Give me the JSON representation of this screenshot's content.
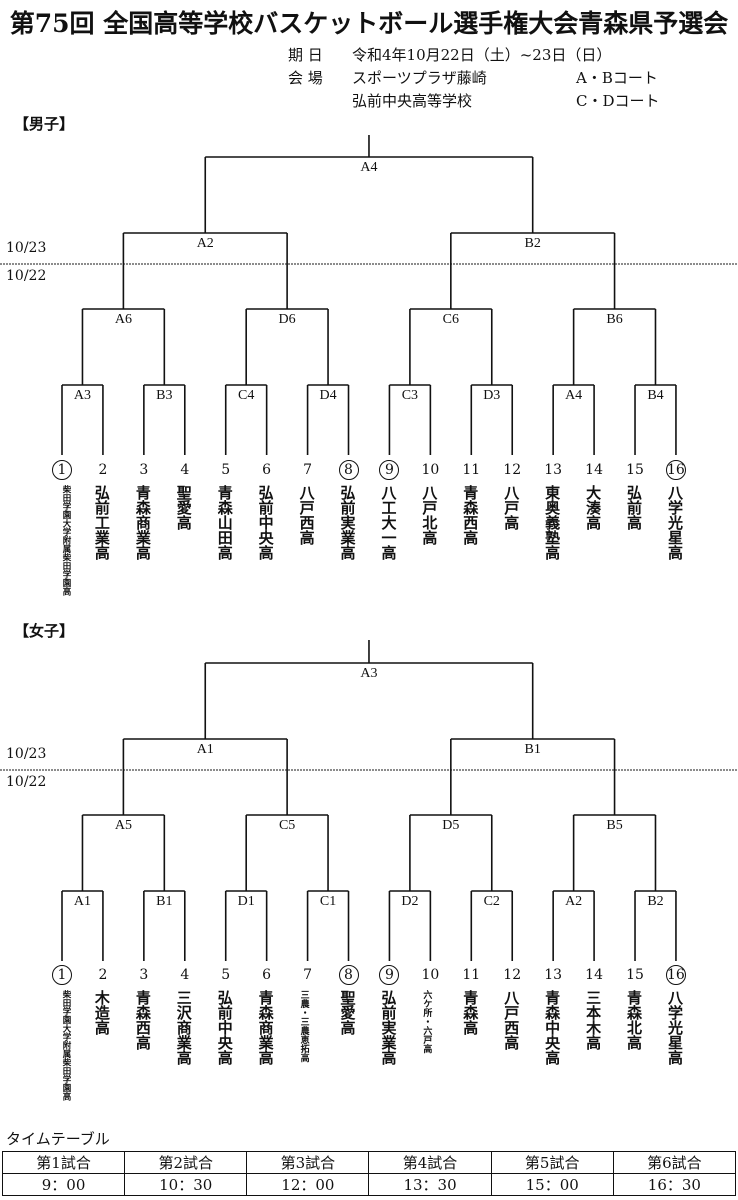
{
  "title": "第75回 全国高等学校バスケットボール選手権大会青森県予選会",
  "info": {
    "date_label": "期 日",
    "date_value": "令和4年10月22日（土）~23日（日）",
    "venue_label": "会 場",
    "venues": [
      {
        "name": "スポーツプラザ藤崎",
        "courts": "A・Bコート"
      },
      {
        "name": "弘前中央高等学校",
        "courts": "C・Dコート"
      }
    ]
  },
  "day_labels": {
    "upper": "10/23",
    "lower": "10/22"
  },
  "brackets": [
    {
      "section": "【男子】",
      "final": "A4",
      "semis": [
        "A2",
        "B2"
      ],
      "quarters": [
        "A6",
        "D6",
        "C6",
        "B6"
      ],
      "round1": [
        "A3",
        "B3",
        "C4",
        "D4",
        "C3",
        "D3",
        "A4",
        "B4"
      ],
      "teams": [
        {
          "num": "1",
          "seed": true,
          "name": "柴田学園大学附属柴田学園高"
        },
        {
          "num": "2",
          "seed": false,
          "name": "弘前工業高"
        },
        {
          "num": "3",
          "seed": false,
          "name": "青森商業高"
        },
        {
          "num": "4",
          "seed": false,
          "name": "聖愛高"
        },
        {
          "num": "5",
          "seed": false,
          "name": "青森山田高"
        },
        {
          "num": "6",
          "seed": false,
          "name": "弘前中央高"
        },
        {
          "num": "7",
          "seed": false,
          "name": "八戸西高"
        },
        {
          "num": "8",
          "seed": true,
          "name": "弘前実業高"
        },
        {
          "num": "9",
          "seed": true,
          "name": "八工大一高"
        },
        {
          "num": "10",
          "seed": false,
          "name": "八戸北高"
        },
        {
          "num": "11",
          "seed": false,
          "name": "青森西高"
        },
        {
          "num": "12",
          "seed": false,
          "name": "八戸高"
        },
        {
          "num": "13",
          "seed": false,
          "name": "東奥義塾高"
        },
        {
          "num": "14",
          "seed": false,
          "name": "大湊高"
        },
        {
          "num": "15",
          "seed": false,
          "name": "弘前高"
        },
        {
          "num": "16",
          "seed": true,
          "name": "八学光星高"
        }
      ]
    },
    {
      "section": "【女子】",
      "final": "A3",
      "semis": [
        "A1",
        "B1"
      ],
      "quarters": [
        "A5",
        "C5",
        "D5",
        "B5"
      ],
      "round1": [
        "A1",
        "B1",
        "D1",
        "C1",
        "D2",
        "C2",
        "A2",
        "B2"
      ],
      "teams": [
        {
          "num": "1",
          "seed": true,
          "name": "柴田学園大学附属柴田学園高"
        },
        {
          "num": "2",
          "seed": false,
          "name": "木造高"
        },
        {
          "num": "3",
          "seed": false,
          "name": "青森西高"
        },
        {
          "num": "4",
          "seed": false,
          "name": "三沢商業高"
        },
        {
          "num": "5",
          "seed": false,
          "name": "弘前中央高"
        },
        {
          "num": "6",
          "seed": false,
          "name": "青森商業高"
        },
        {
          "num": "7",
          "seed": false,
          "name": "三農・三農恵拓高"
        },
        {
          "num": "8",
          "seed": true,
          "name": "聖愛高"
        },
        {
          "num": "9",
          "seed": true,
          "name": "弘前実業高"
        },
        {
          "num": "10",
          "seed": false,
          "name": "六ケ所・六戸高"
        },
        {
          "num": "11",
          "seed": false,
          "name": "青森高"
        },
        {
          "num": "12",
          "seed": false,
          "name": "八戸西高"
        },
        {
          "num": "13",
          "seed": false,
          "name": "青森中央高"
        },
        {
          "num": "14",
          "seed": false,
          "name": "三本木高"
        },
        {
          "num": "15",
          "seed": false,
          "name": "青森北高"
        },
        {
          "num": "16",
          "seed": true,
          "name": "八学光星高"
        }
      ]
    }
  ],
  "timetable": {
    "title": "タイムテーブル",
    "headers": [
      "第1試合",
      "第2試合",
      "第3試合",
      "第4試合",
      "第5試合",
      "第6試合"
    ],
    "times": [
      "9：00",
      "10：30",
      "12：00",
      "13：30",
      "15：00",
      "16：30"
    ]
  }
}
